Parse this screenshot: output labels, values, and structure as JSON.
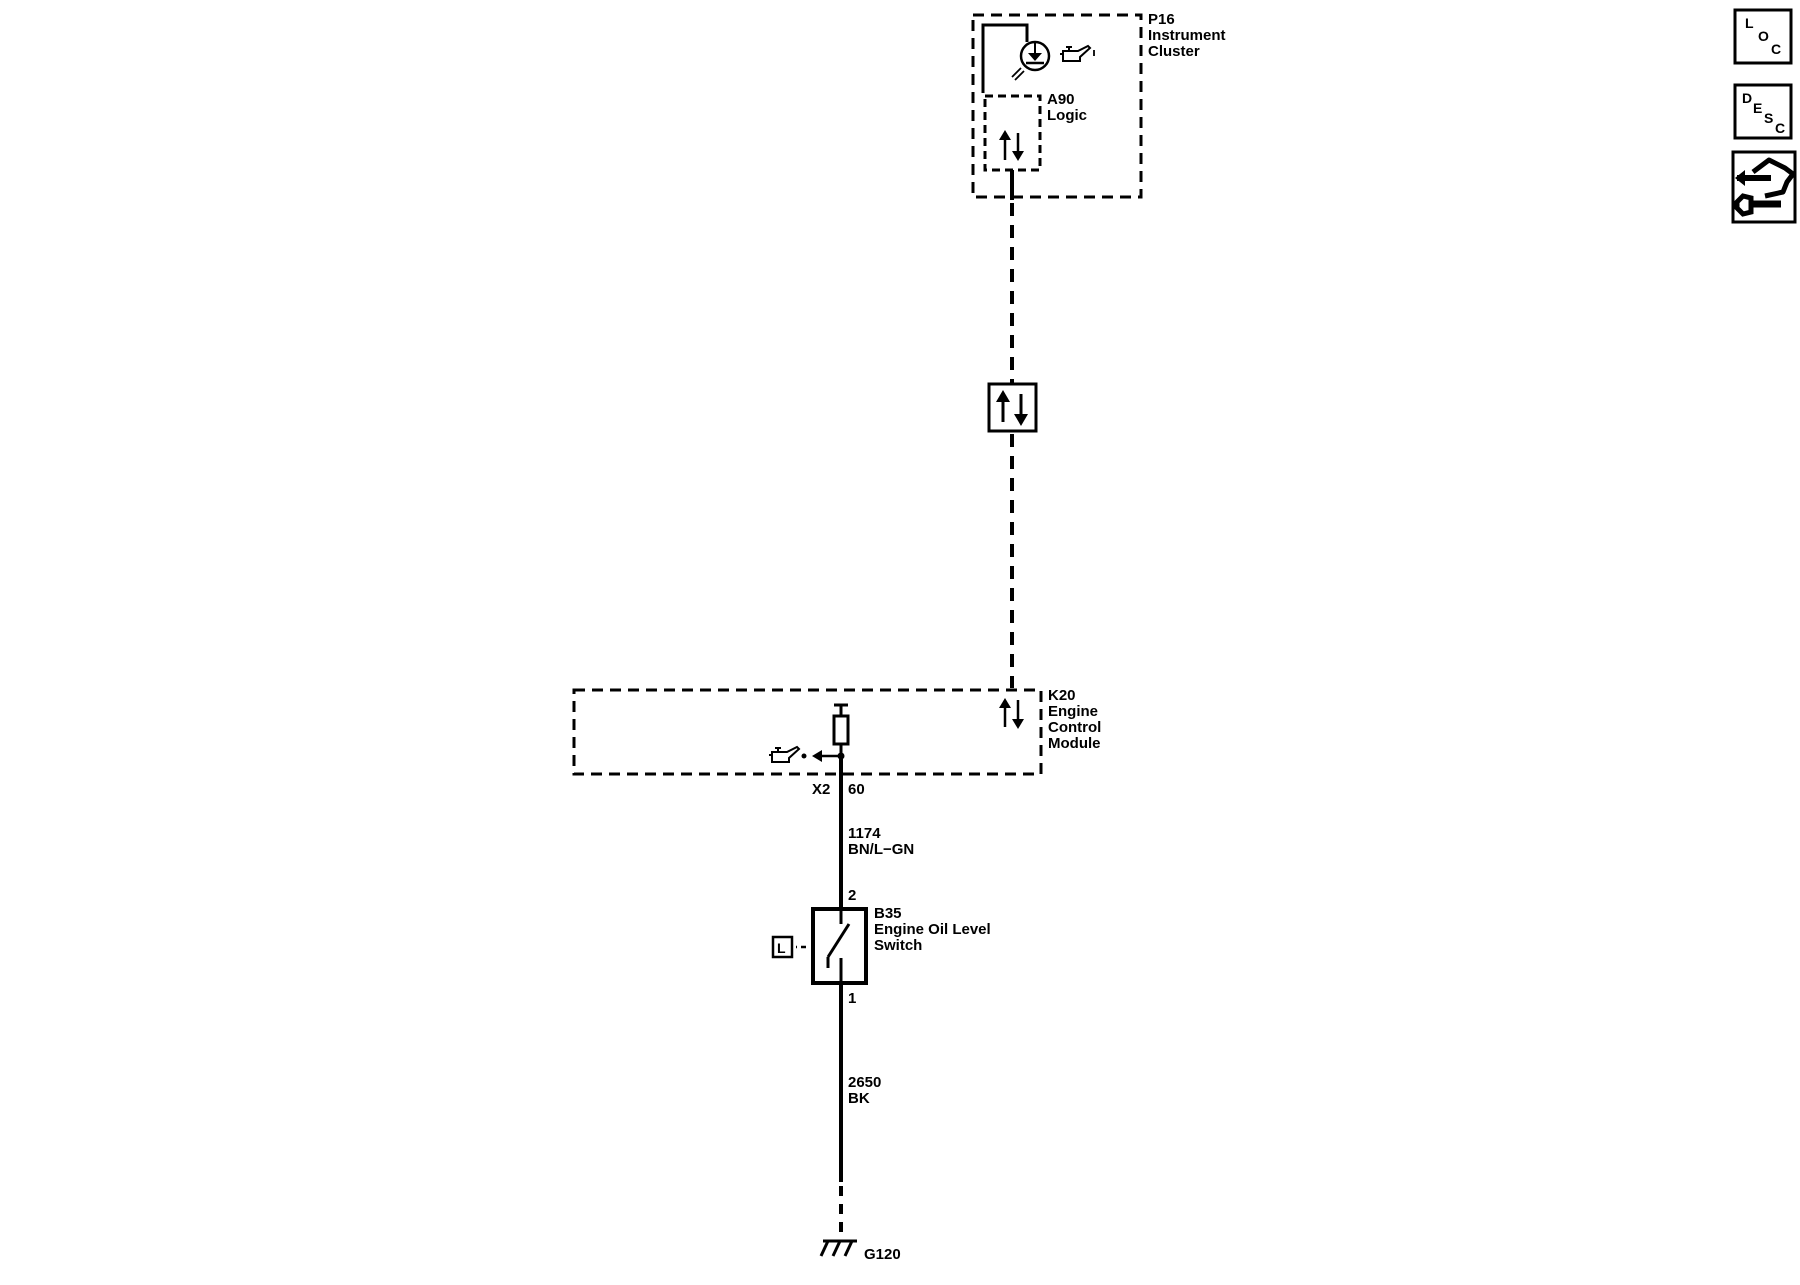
{
  "modules": {
    "p16": {
      "ref": "P16",
      "name_line1": "Instrument",
      "name_line2": "Cluster"
    },
    "a90": {
      "ref": "A90",
      "name": "Logic"
    },
    "k20": {
      "ref": "K20",
      "name_line1": "Engine",
      "name_line2": "Control",
      "name_line3": "Module"
    },
    "b35": {
      "ref": "B35",
      "name_line1": "Engine Oil Level",
      "name_line2": "Switch",
      "level_indicator": "L"
    }
  },
  "connector": {
    "name": "X2",
    "pin": "60"
  },
  "wires": [
    {
      "circuit": "1174",
      "color": "BN/L−GN"
    },
    {
      "circuit": "2650",
      "color": "BK"
    }
  ],
  "switch_pins": {
    "top": "2",
    "bottom": "1"
  },
  "ground": {
    "name": "G120"
  },
  "nav": {
    "loc": [
      "L",
      "O",
      "C"
    ],
    "desc": [
      "D",
      "E",
      "S",
      "C"
    ],
    "service_icon": "wrench-hand-icon"
  },
  "icons": [
    "oil-can-icon",
    "indicator-lamp-icon",
    "bidirectional-arrows-icon",
    "ground-symbol-icon"
  ]
}
